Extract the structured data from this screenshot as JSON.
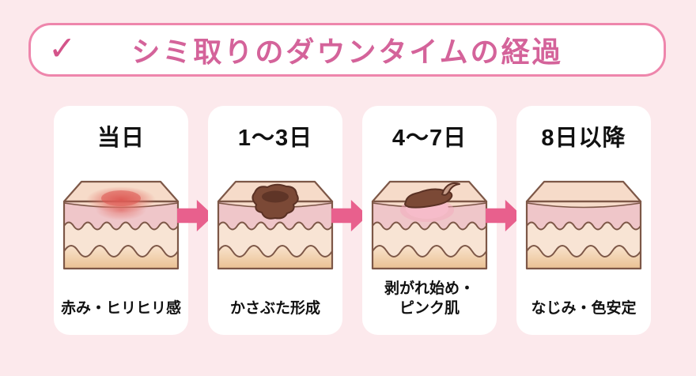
{
  "title": {
    "text": "シミ取りのダウンタイムの経過",
    "check_icon": "✓"
  },
  "colors": {
    "background": "#fce9ec",
    "banner_border": "#ee86ac",
    "title_text": "#d4639a",
    "check_icon": "#d4548a",
    "arrow": "#e8608d",
    "card_background": "#ffffff",
    "label_text": "#111111",
    "skin_outline": "#7d5747",
    "skin_top_face": "#f6dbc9",
    "skin_epidermis": "#efc6c9",
    "skin_dermis": "#f8e4d4",
    "skin_subcutis": "#eac193",
    "redness": "#dd5550",
    "scab_brown": "#7b4936",
    "scab_dark": "#5a3124",
    "pink_new_skin": "#f4a9bd"
  },
  "stages": [
    {
      "day": "当日",
      "caption_line1": "赤み・ヒリヒリ感",
      "caption_line2": "",
      "illustration": "skin-redness"
    },
    {
      "day": "1〜3日",
      "caption_line1": "かさぶた形成",
      "caption_line2": "",
      "illustration": "skin-scab"
    },
    {
      "day": "4〜7日",
      "caption_line1": "剥がれ始め・",
      "caption_line2": "ピンク肌",
      "illustration": "skin-peeling"
    },
    {
      "day": "8日以降",
      "caption_line1": "なじみ・色安定",
      "caption_line2": "",
      "illustration": "skin-healed"
    }
  ]
}
